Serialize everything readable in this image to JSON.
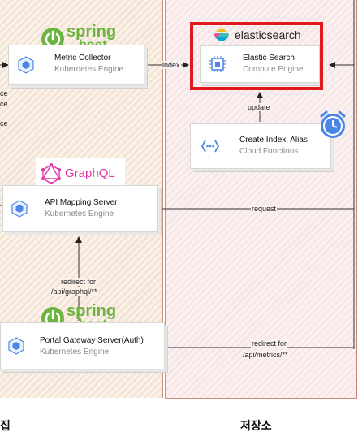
{
  "logos": {
    "spring_word": "spring",
    "boot_word": "boot",
    "graphql_word": "GraphQL",
    "elastic_word": "elasticsearch"
  },
  "nodes": {
    "metric_collector": {
      "title": "Metric Collector",
      "subtitle": "Kubernetes Engine"
    },
    "elastic_search": {
      "title": "Elastic Search",
      "subtitle": "Compute Engine"
    },
    "create_index": {
      "title": "Create Index, Alias",
      "subtitle": "Cloud Functions"
    },
    "api_mapping": {
      "title": "API Mapping Server",
      "subtitle": "Kubernetes Engine"
    },
    "portal_gateway": {
      "title": "Portal Gateway Server(Auth)",
      "subtitle": "Kubernetes Engine"
    }
  },
  "edges": {
    "index": "index",
    "update": "update",
    "request": "request",
    "redirect_graphql_1": "redirect for",
    "redirect_graphql_2": "/api/graphql/**",
    "redirect_metrics_1": "redirect for",
    "redirect_metrics_2": "/api/metrics/**"
  },
  "fragments": [
    "ce",
    "ce",
    "ce"
  ],
  "footer": {
    "left": "집",
    "right": "저장소"
  },
  "colors": {
    "highlight": "#e0181f",
    "spring_green": "#6db33f",
    "graphql_pink": "#e535ab",
    "gcp_blue": "#4a86e8"
  }
}
